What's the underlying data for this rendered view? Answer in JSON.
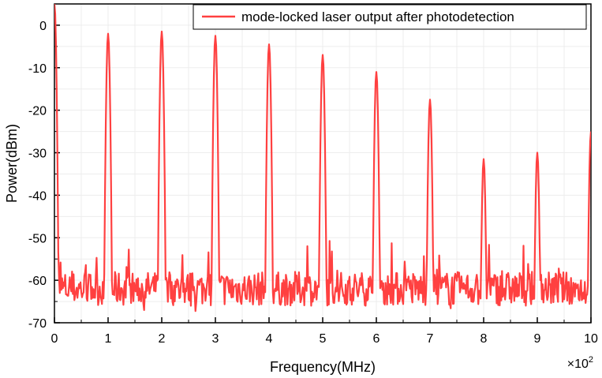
{
  "chart_data": {
    "type": "line",
    "title": "",
    "xlabel": "Frequency(MHz)",
    "ylabel": "Power(dBm)",
    "x_multiplier_label": "×10",
    "x_multiplier_exponent": "2",
    "xlim": [
      0,
      10
    ],
    "ylim": [
      -70,
      5
    ],
    "x_ticks": [
      0,
      1,
      2,
      3,
      4,
      5,
      6,
      7,
      8,
      9,
      10
    ],
    "y_ticks": [
      0,
      -10,
      -20,
      -30,
      -40,
      -50,
      -60,
      -70
    ],
    "grid": true,
    "legend_position": "top-right",
    "series": [
      {
        "name": "mode-locked laser output after photodetection",
        "color": "#ff4040",
        "noise_floor": -62,
        "peaks": [
          {
            "x": 0,
            "y": 5
          },
          {
            "x": 1,
            "y": -2
          },
          {
            "x": 2,
            "y": -1.5
          },
          {
            "x": 3,
            "y": -2.5
          },
          {
            "x": 4,
            "y": -4.5
          },
          {
            "x": 5,
            "y": -7
          },
          {
            "x": 6,
            "y": -11
          },
          {
            "x": 7,
            "y": -17.5
          },
          {
            "x": 8,
            "y": -31.5
          },
          {
            "x": 9,
            "y": -30
          },
          {
            "x": 10,
            "y": -25
          }
        ]
      }
    ]
  }
}
